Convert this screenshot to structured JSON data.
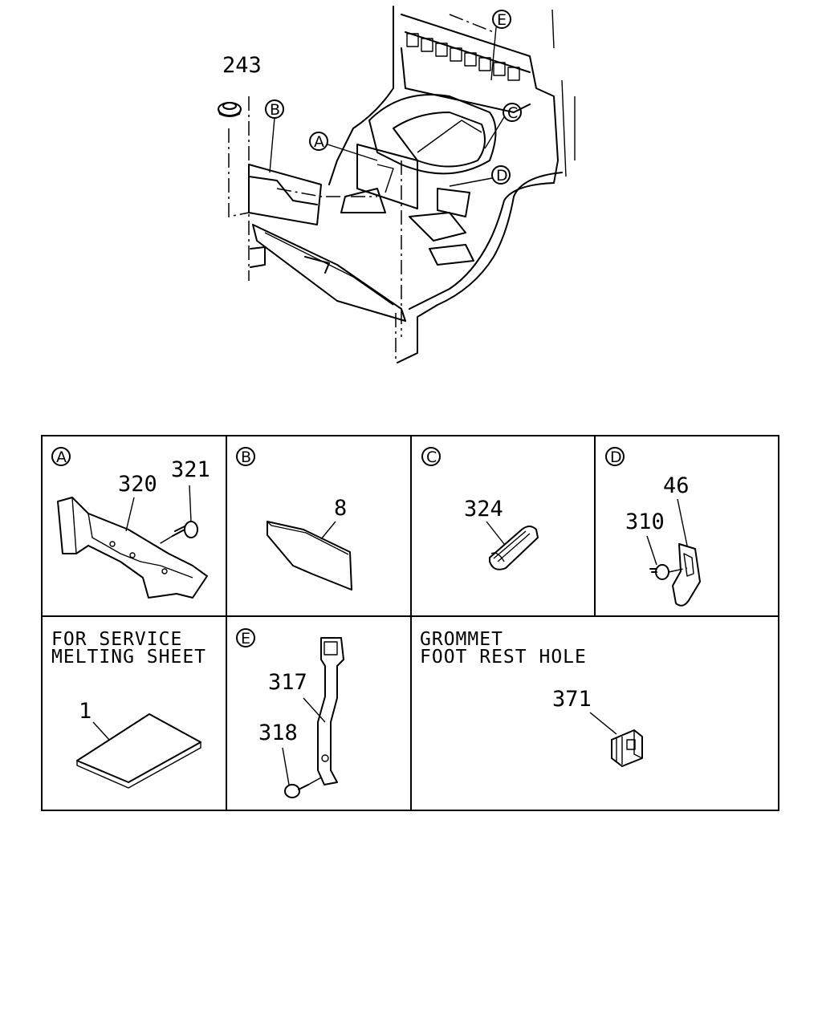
{
  "overview": {
    "callout_243": "243",
    "letters": {
      "A": "A",
      "B": "B",
      "C": "C",
      "D": "D",
      "E": "E"
    }
  },
  "panels": {
    "A": {
      "letter": "A",
      "parts": [
        "320",
        "321"
      ]
    },
    "B": {
      "letter": "B",
      "parts": [
        "8"
      ]
    },
    "C": {
      "letter": "C",
      "parts": [
        "324"
      ]
    },
    "D": {
      "letter": "D",
      "parts": [
        "46",
        "310"
      ]
    },
    "service": {
      "caption_line1": "FOR SERVICE",
      "caption_line2": "MELTING SHEET",
      "parts": [
        "1"
      ]
    },
    "E": {
      "letter": "E",
      "parts": [
        "317",
        "318"
      ]
    },
    "grommet": {
      "caption_line1": "GROMMET",
      "caption_line2": "FOOT REST HOLE",
      "parts": [
        "371"
      ]
    }
  }
}
